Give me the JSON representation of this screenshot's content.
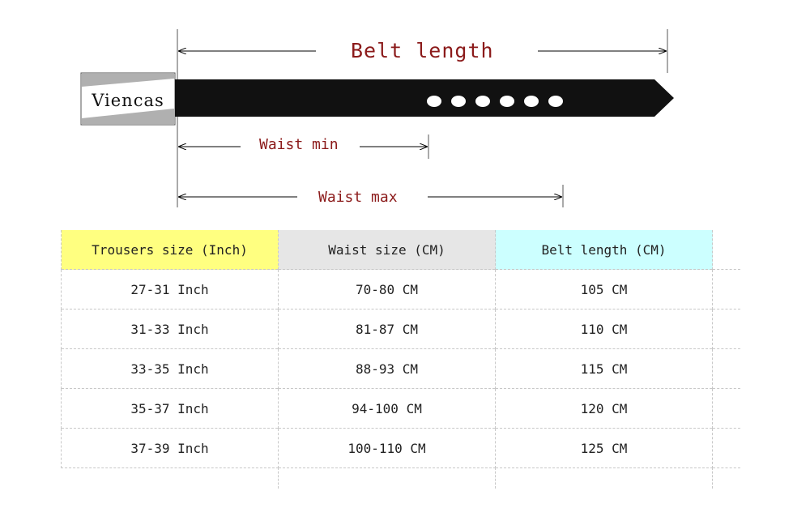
{
  "diagram": {
    "brand": "Viencas",
    "belt_length_label": "Belt length",
    "waist_min_label": "Waist min",
    "waist_max_label": "Waist max",
    "holes": 6
  },
  "table": {
    "headers": [
      "Trousers size (Inch)",
      "Waist size (CM)",
      "Belt length (CM)"
    ],
    "header_colors": [
      "#ffff80",
      "#e6e6e6",
      "#ccffff"
    ],
    "rows": [
      [
        "27-31 Inch",
        "70-80 CM",
        "105 CM"
      ],
      [
        "31-33 Inch",
        "81-87 CM",
        "110 CM"
      ],
      [
        "33-35 Inch",
        "88-93 CM",
        "115 CM"
      ],
      [
        "35-37 Inch",
        "94-100 CM",
        "120 CM"
      ],
      [
        "37-39 Inch",
        "100-110 CM",
        "125 CM"
      ]
    ]
  }
}
